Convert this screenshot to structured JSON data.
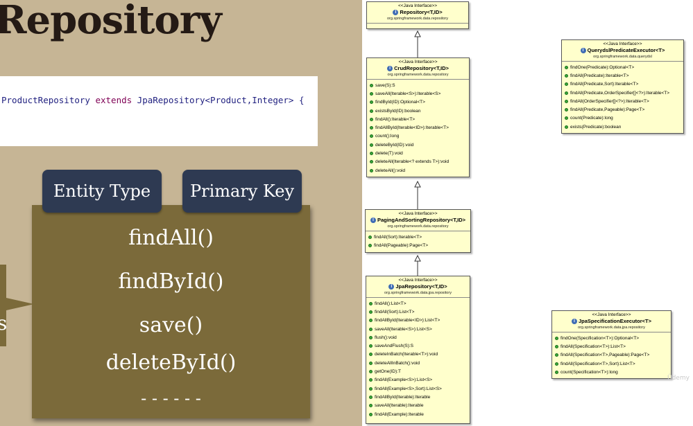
{
  "slide": {
    "title": "Repository",
    "code": {
      "name_part": "ProductRepository ",
      "extends_kw": "extends",
      "super_part": " JpaRepository<Product,Integer> {"
    },
    "tabs": [
      "Entity Type",
      "Primary Key"
    ],
    "methods": [
      "findAll()",
      "findById()",
      "save()",
      "deleteById()",
      "- - - - - -"
    ],
    "side_text": "s"
  },
  "diagram": {
    "classes": [
      {
        "id": "repository",
        "stereotype": "<<Java Interface>>",
        "name": "Repository<T,ID>",
        "package": "org.springframework.data.repository",
        "methods": []
      },
      {
        "id": "crud",
        "stereotype": "<<Java Interface>>",
        "name": "CrudRepository<T,ID>",
        "package": "org.springframework.data.repository",
        "methods": [
          "save(S):S",
          "saveAll(Iterable<S>):Iterable<S>",
          "findById(ID):Optional<T>",
          "existsById(ID):boolean",
          "findAll():Iterable<T>",
          "findAllById(Iterable<ID>):Iterable<T>",
          "count():long",
          "deleteById(ID):void",
          "delete(T):void",
          "deleteAll(Iterable<? extends T>):void",
          "deleteAll():void"
        ]
      },
      {
        "id": "paging",
        "stereotype": "<<Java Interface>>",
        "name": "PagingAndSortingRepository<T,ID>",
        "package": "org.springframework.data.repository",
        "methods": [
          "findAll(Sort):Iterable<T>",
          "findAll(Pageable):Page<T>"
        ]
      },
      {
        "id": "jpa",
        "stereotype": "<<Java Interface>>",
        "name": "JpaRepository<T,ID>",
        "package": "org.springframework.data.jpa.repository",
        "methods": [
          "findAll():List<T>",
          "findAll(Sort):List<T>",
          "findAllById(Iterable<ID>):List<T>",
          "saveAll(Iterable<S>):List<S>",
          "flush():void",
          "saveAndFlush(S):S",
          "deleteInBatch(Iterable<T>):void",
          "deleteAllInBatch():void",
          "getOne(ID):T",
          "findAll(Example<S>):List<S>",
          "findAll(Example<S>,Sort):List<S>",
          "findAllById(Iterable):Iterable",
          "saveAll(Iterable):Iterable",
          "findAll(Example):Iterable"
        ]
      },
      {
        "id": "querydsl",
        "stereotype": "<<Java Interface>>",
        "name": "QuerydslPredicateExecutor<T>",
        "package": "org.springframework.data.querydsl",
        "methods": [
          "findOne(Predicate):Optional<T>",
          "findAll(Predicate):Iterable<T>",
          "findAll(Predicate,Sort):Iterable<T>",
          "findAll(Predicate,OrderSpecifier[]<?>):Iterable<T>",
          "findAll(OrderSpecifier[]<?>):Iterable<T>",
          "findAll(Predicate,Pageable):Page<T>",
          "count(Predicate):long",
          "exists(Predicate):boolean"
        ]
      },
      {
        "id": "jpaspec",
        "stereotype": "<<Java Interface>>",
        "name": "JpaSpecificationExecutor<T>",
        "package": "org.springframework.data.jpa.repository",
        "methods": [
          "findOne(Specification<T>):Optional<T>",
          "findAll(Specification<T>):List<T>",
          "findAll(Specification<T>,Pageable):Page<T>",
          "findAll(Specification<T>,Sort):List<T>",
          "count(Specification<T>):long"
        ]
      }
    ]
  },
  "watermark": "Ûdemy"
}
